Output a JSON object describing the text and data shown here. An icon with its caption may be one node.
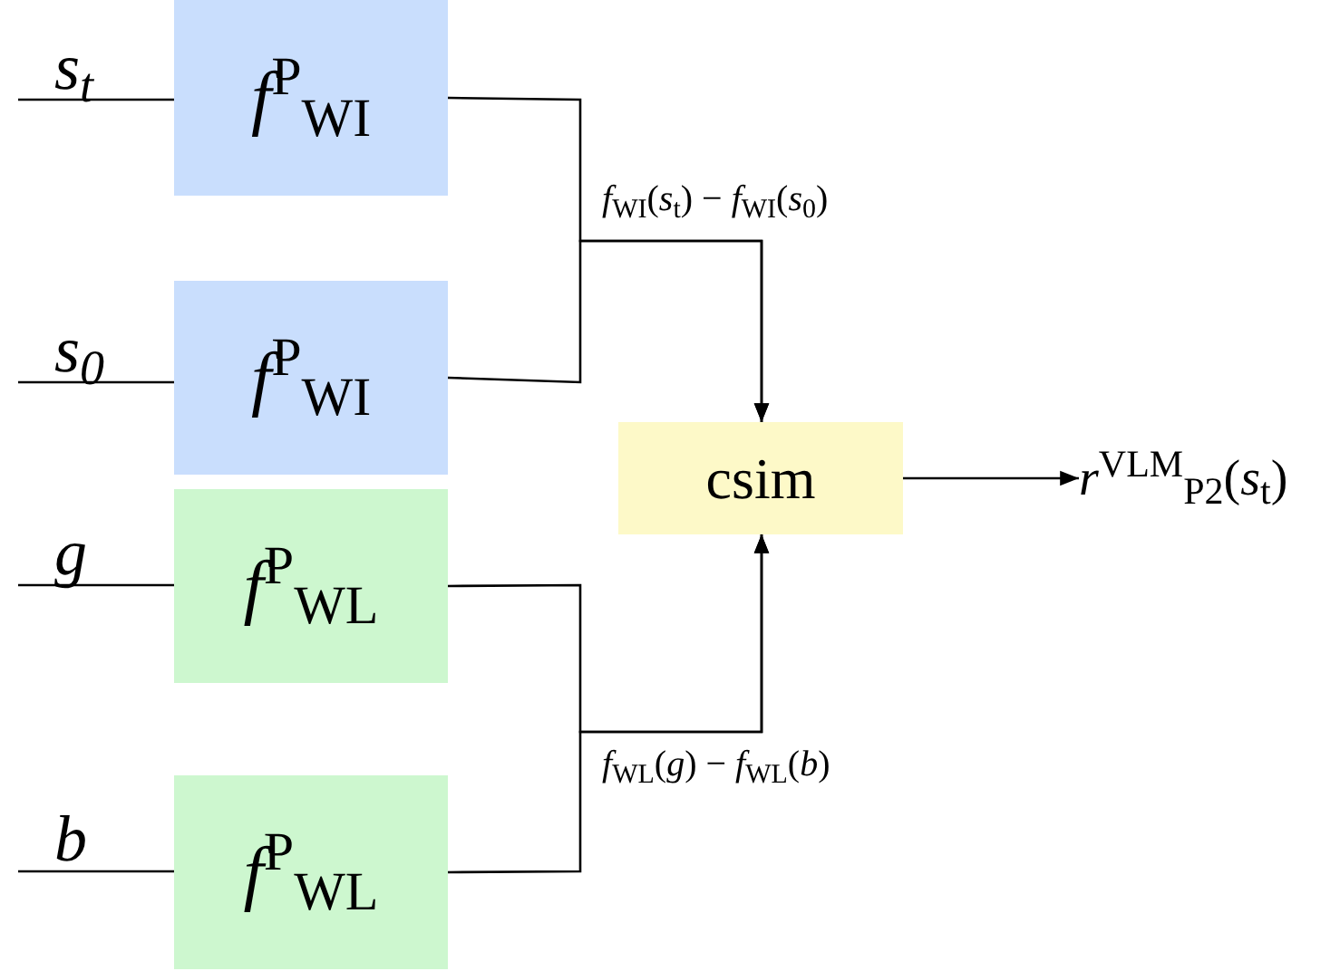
{
  "diagram": {
    "nodes": [
      {
        "text": [
          "*s*$_{t}$"
        ]
      },
      {
        "text": [
          "*f*$^{P}$$_{WI}$"
        ]
      },
      {
        "text": [
          "*s*$_{0}$"
        ]
      },
      {
        "text": [
          "*f*$^{P}$$_{WI}$"
        ]
      },
      {
        "text": [
          "*g*"
        ]
      },
      {
        "text": [
          "*f*$^{P}$$_{WL}$"
        ]
      },
      {
        "text": [
          "*b*"
        ]
      },
      {
        "text": [
          "*f*$^{P}$$_{WL}$"
        ]
      },
      {
        "text": [
          "csim"
        ]
      },
      {
        "text": [
          "*r*$^{VLM}$$_{P2}$(*s*$_{t}$)"
        ]
      }
    ],
    "edges": [
      {
        "from": 0,
        "to": 1,
        "arrow": "none"
      },
      {
        "from": 2,
        "to": 3,
        "arrow": "none"
      },
      {
        "from": 4,
        "to": 5,
        "arrow": "none"
      },
      {
        "from": 6,
        "to": 7,
        "arrow": "none"
      },
      {
        "from": 1,
        "to": 8,
        "arrow": "to",
        "label": "*f*$_{WI}$(*s*$_{t}$) − *f*$_{WI}$(*s*$_{0}$)"
      },
      {
        "from": 3,
        "to": 8,
        "arrow": "to"
      },
      {
        "from": 5,
        "to": 8,
        "arrow": "to",
        "label": "*f*$_{WL}$(*g*) − *f*$_{WL}$(*b*)"
      },
      {
        "from": 7,
        "to": 8,
        "arrow": "to"
      },
      {
        "from": 8,
        "to": 9,
        "arrow": "to"
      }
    ]
  }
}
